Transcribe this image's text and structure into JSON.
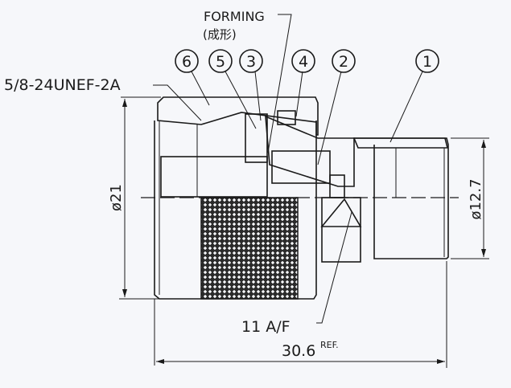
{
  "drawing": {
    "thread_spec": "5/8-24UNEF-2A",
    "forming_label": "FORMING",
    "forming_label_jp": "(成形)",
    "wrench_size": "11 A/F",
    "length_dim": "30.6",
    "length_suffix": "REF.",
    "outer_diameter": "ø21",
    "body_diameter": "ø12.7",
    "balloons": [
      "6",
      "5",
      "3",
      "4",
      "2",
      "1"
    ]
  }
}
